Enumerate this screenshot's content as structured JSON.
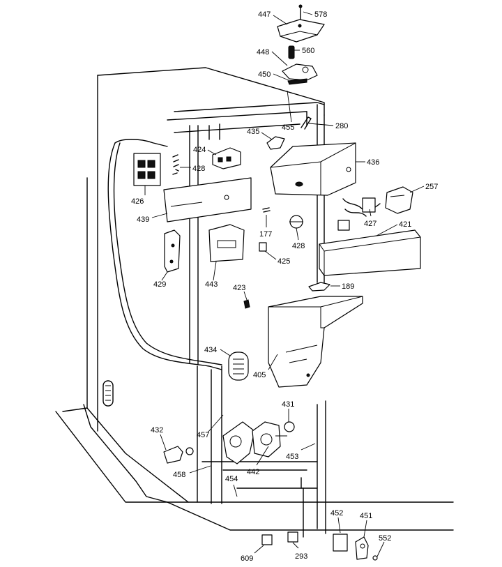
{
  "labels": {
    "p447": "447",
    "p578": "578",
    "p448": "448",
    "p560": "560",
    "p450": "450",
    "p455": "455",
    "p280": "280",
    "p435": "435",
    "p436": "436",
    "p424": "424",
    "p428a": "428",
    "p426": "426",
    "p439": "439",
    "p257": "257",
    "p427": "427",
    "p421": "421",
    "p177": "177",
    "p428b": "428",
    "p425": "425",
    "p429": "429",
    "p443": "443",
    "p423": "423",
    "p189": "189",
    "p434": "434",
    "p405": "405",
    "p431": "431",
    "p432": "432",
    "p457": "457",
    "p453": "453",
    "p458": "458",
    "p442": "442",
    "p454": "454",
    "p452": "452",
    "p451": "451",
    "p552": "552",
    "p609": "609",
    "p293": "293"
  }
}
